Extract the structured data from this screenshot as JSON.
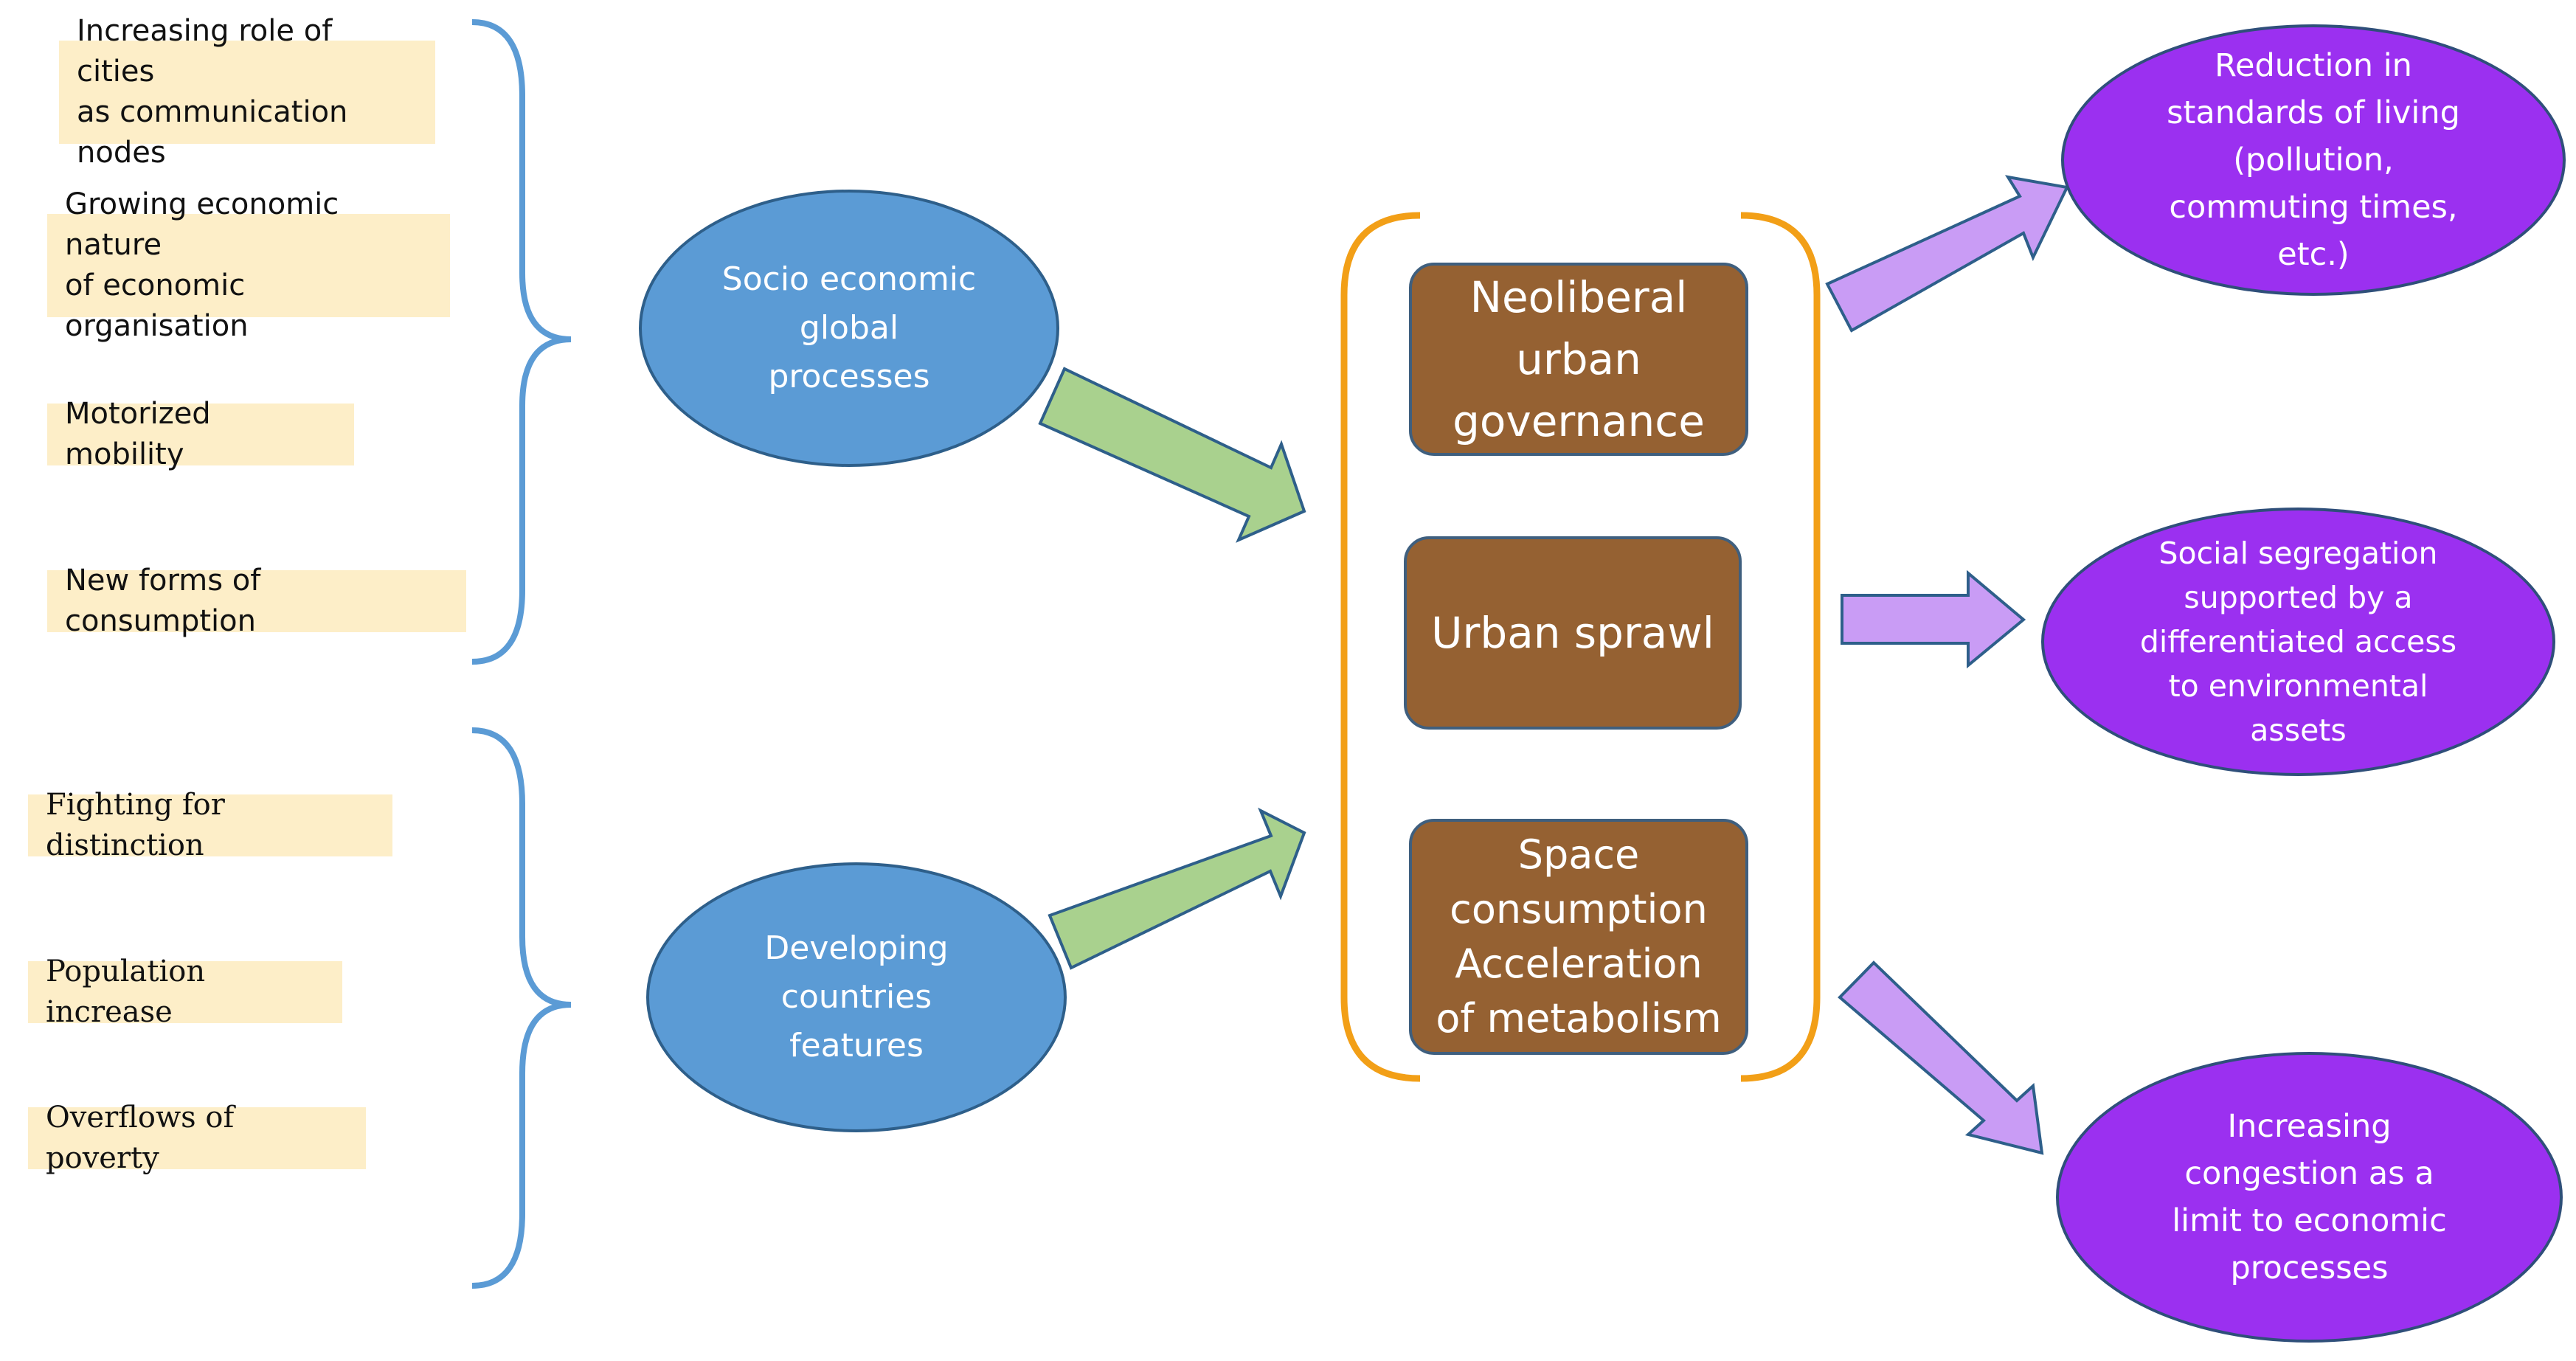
{
  "factors_group1": [
    "Increasing role of cities\nas communication nodes",
    "Growing economic nature\nof economic organisation",
    "Motorized mobility",
    "New forms of consumption"
  ],
  "factors_group2": [
    "Fighting  for distinction",
    "Population increase",
    "Overflows of poverty"
  ],
  "drivers": {
    "socio_economic": "Socio economic\nglobal\nprocesses",
    "developing": "Developing\ncountries\nfeatures"
  },
  "central": [
    "Neoliberal\nurban\ngovernance",
    "Urban sprawl",
    "Space\nconsumption\nAcceleration\nof metabolism"
  ],
  "outcomes": [
    "Reduction in\nstandards of living\n(pollution,\ncommuting times,\netc.)",
    "Social segregation\nsupported by a\ndifferentiated access\nto environmental\nassets",
    "Increasing\ncongestion as a\nlimit to economic\nprocesses"
  ],
  "colors": {
    "label_bg": "#fdeec8",
    "driver_fill": "#5b9bd5",
    "central_fill": "#956132",
    "outcome_fill": "#9b30f0",
    "left_brace": "#5b9bd5",
    "center_bracket": "#f29f17",
    "green_arrow": "#a9d18e",
    "purple_arrow": "#c99cf5"
  }
}
